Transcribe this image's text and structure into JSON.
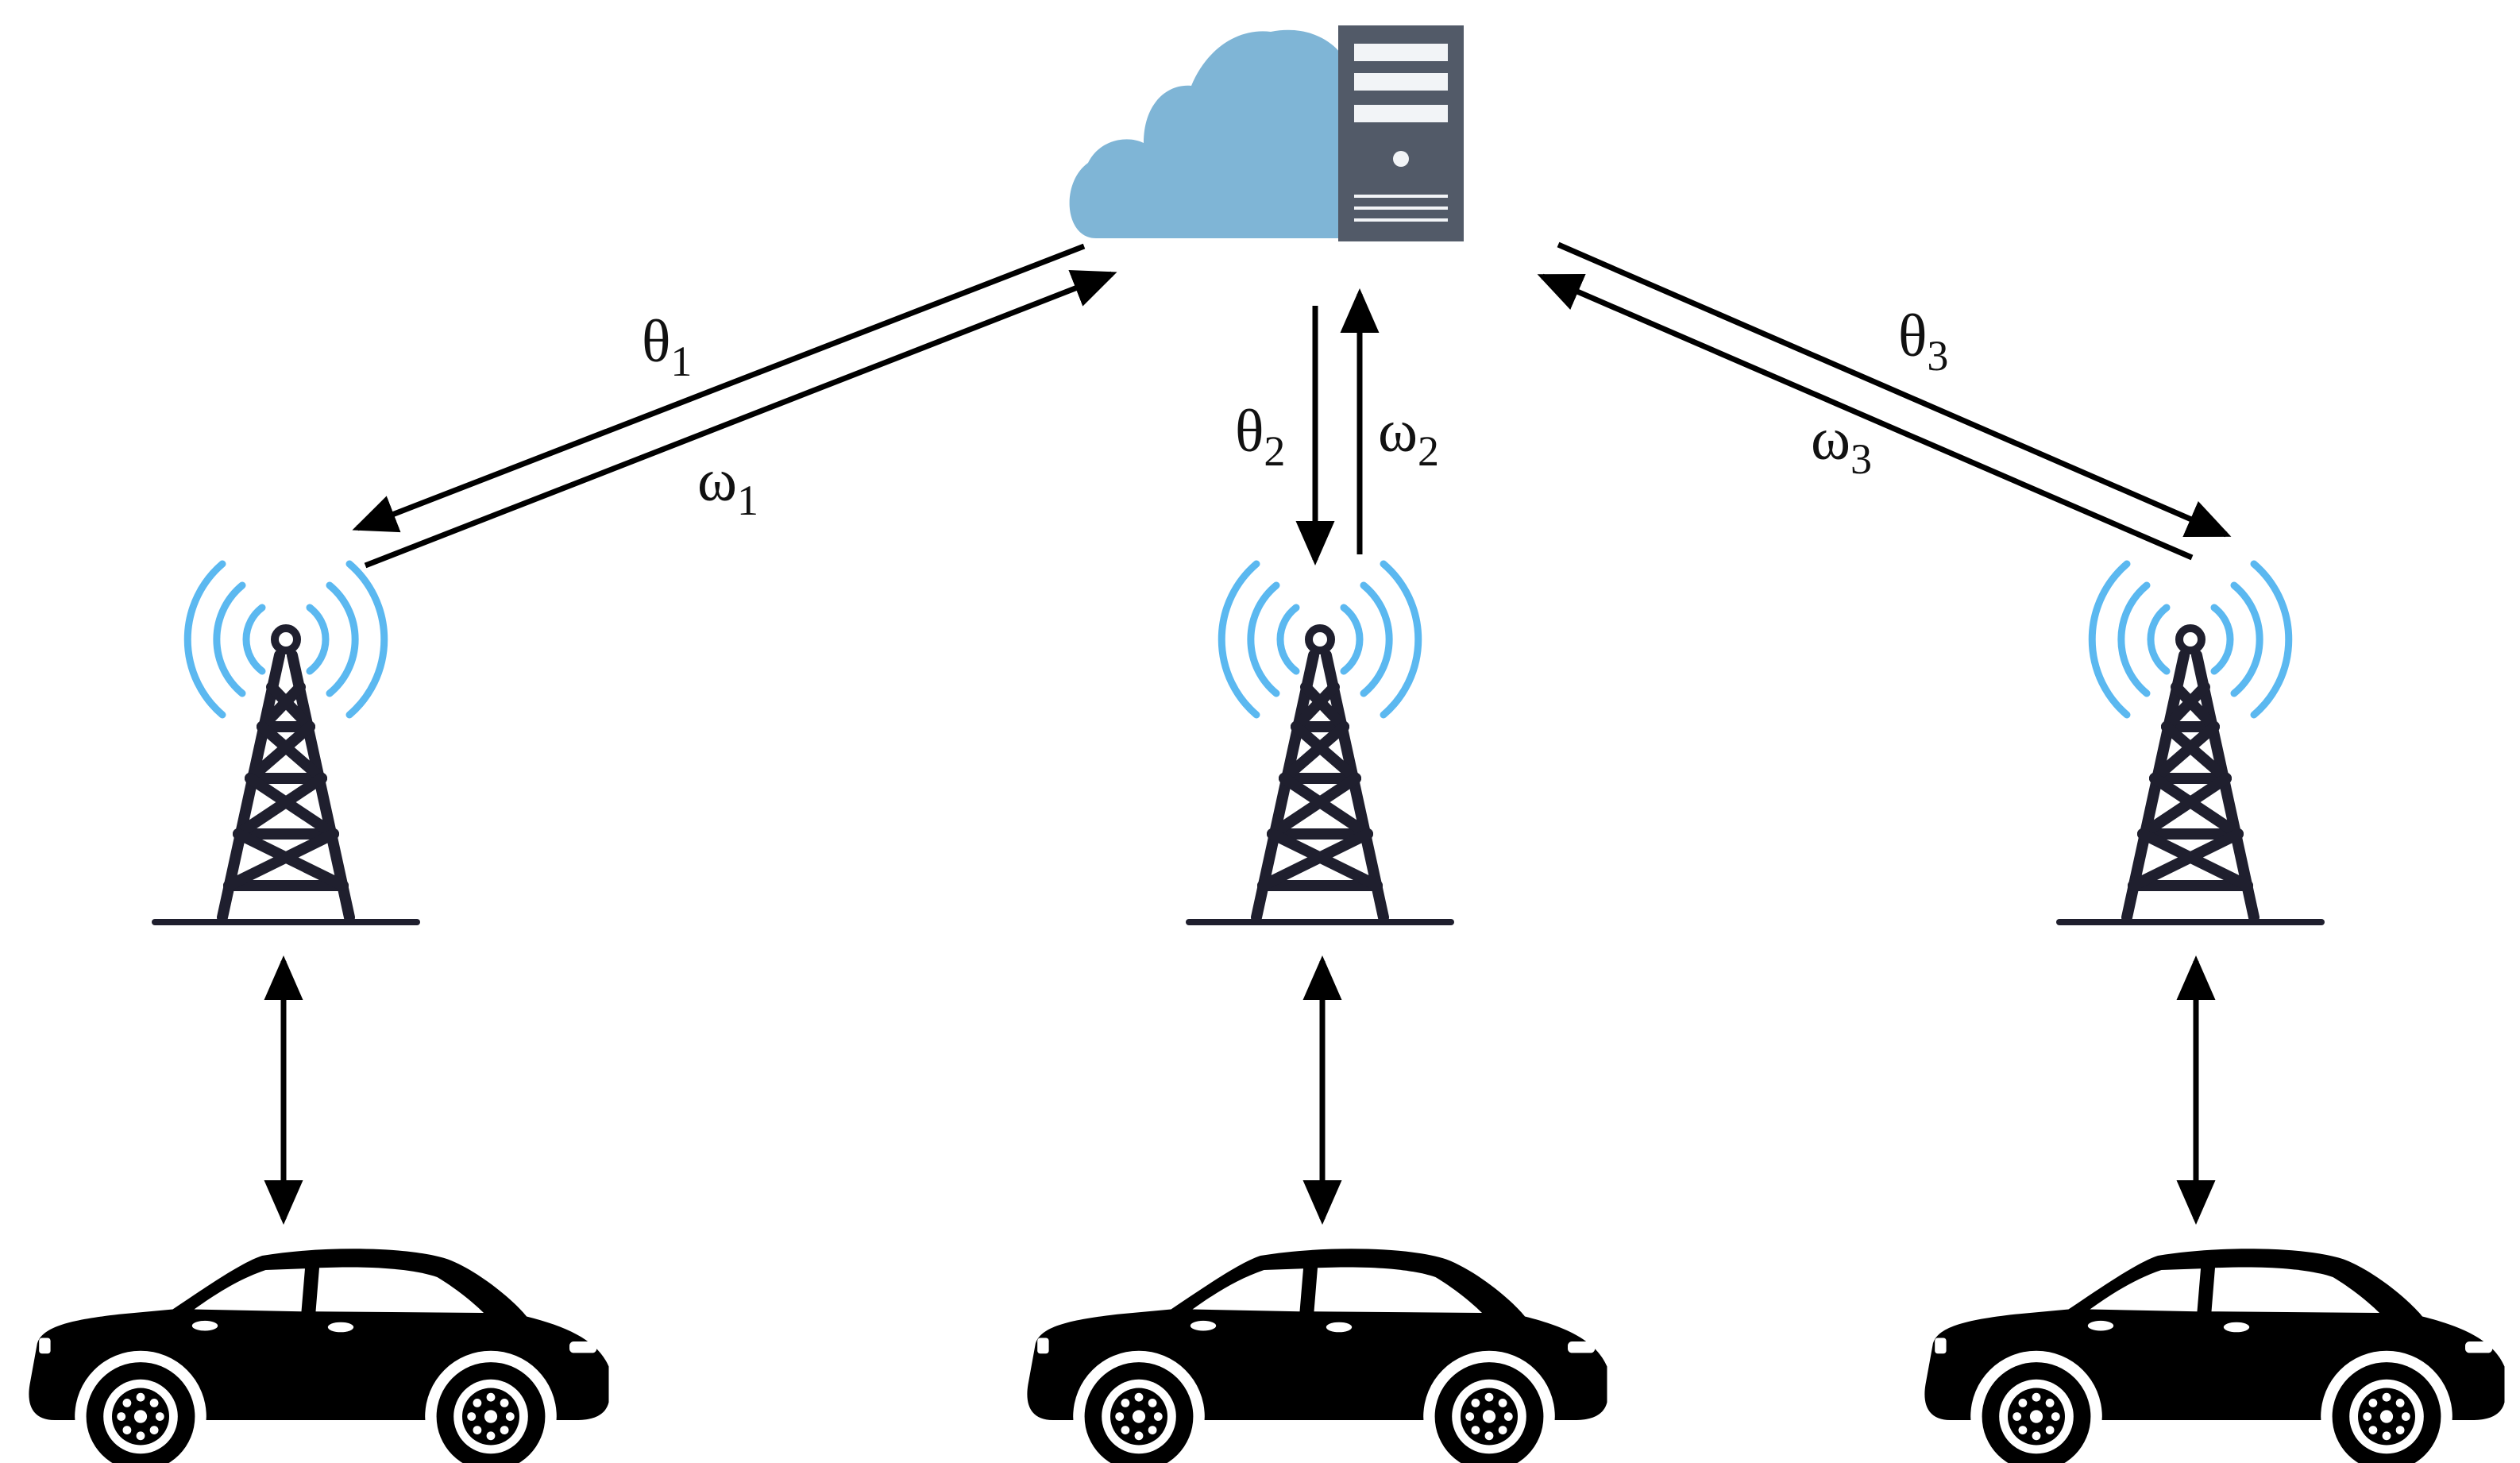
{
  "colors": {
    "cloud": "#7fb5d6",
    "server": "#525a68",
    "server_slot": "#f2f4f7",
    "signal_waves": "#5bb8f0",
    "tower": "#1f1f2e",
    "arrow": "#000000",
    "car": "#000000"
  },
  "icons": {
    "cloud_server": "cloud-server-icon",
    "tower": "cell-tower-icon",
    "car": "car-icon"
  },
  "links": [
    {
      "down_symbol": "θ",
      "down_index": "1",
      "up_symbol": "ω",
      "up_index": "1"
    },
    {
      "down_symbol": "θ",
      "down_index": "2",
      "up_symbol": "ω",
      "up_index": "2"
    },
    {
      "down_symbol": "θ",
      "down_index": "3",
      "up_symbol": "ω",
      "up_index": "3"
    }
  ]
}
